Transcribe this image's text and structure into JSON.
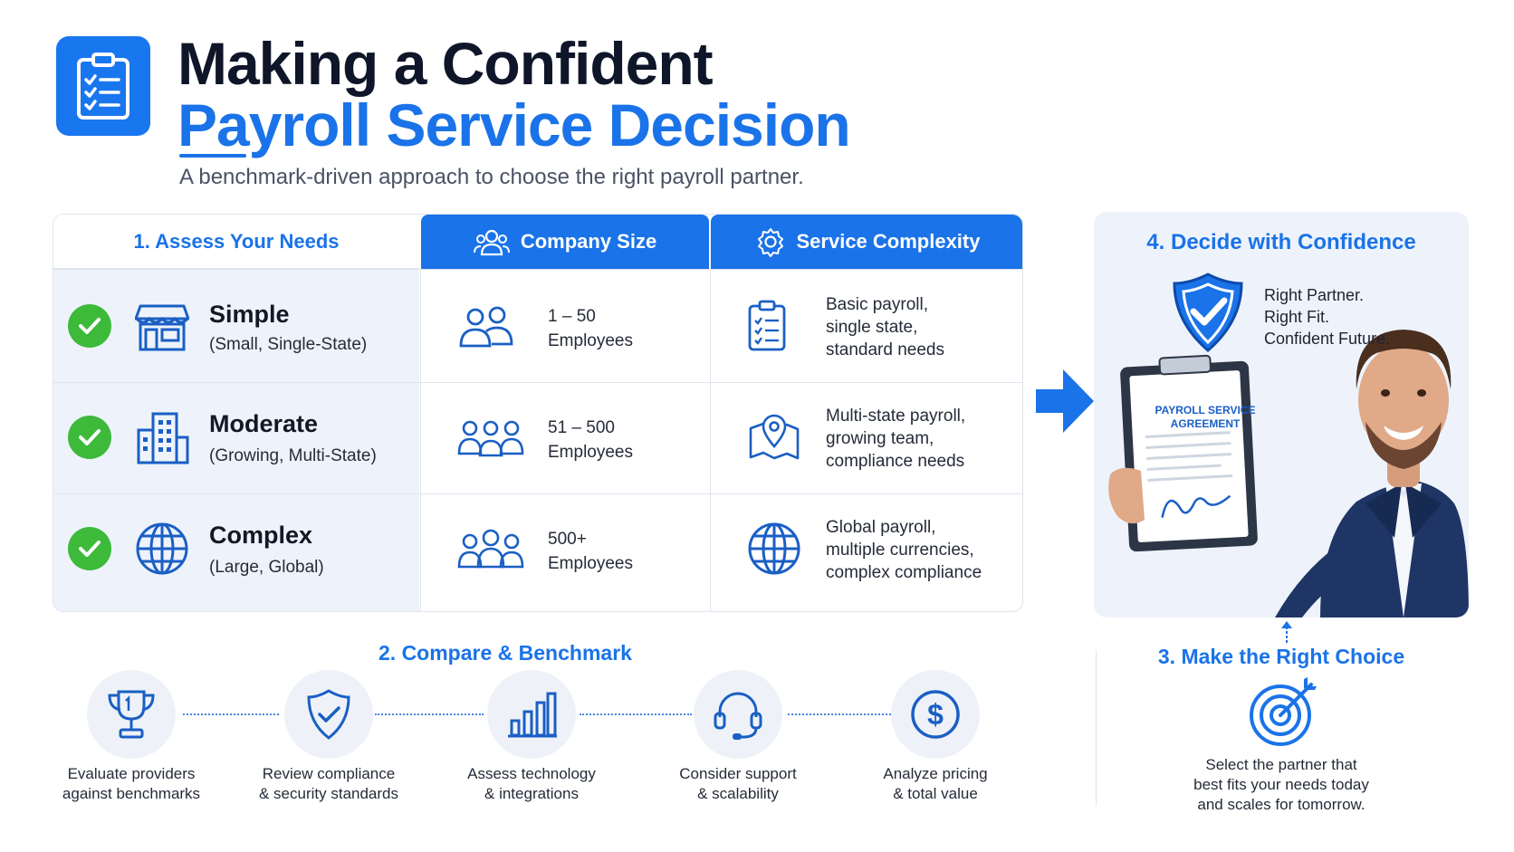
{
  "header": {
    "title_line1": "Making a Confident",
    "title_line2": "Payroll Service Decision",
    "subtitle": "A benchmark-driven approach to choose the right payroll partner.",
    "logo_icon": "clipboard-checklist-icon"
  },
  "colors": {
    "accent": "#1a73e8",
    "check": "#3dba3a",
    "panel": "#eef3fb",
    "heading": "#0f1629"
  },
  "table": {
    "headers": {
      "assess": "1. Assess Your Needs",
      "size": "Company Size",
      "complexity": "Service Complexity"
    },
    "rows": [
      {
        "name": "Simple",
        "desc": "(Small, Single-State)",
        "size_range": "1 – 50",
        "size_unit": "Employees",
        "complexity": [
          "Basic payroll,",
          "single state,",
          "standard needs"
        ]
      },
      {
        "name": "Moderate",
        "desc": "(Growing, Multi-State)",
        "size_range": "51 – 500",
        "size_unit": "Employees",
        "complexity": [
          "Multi-state payroll,",
          "growing team,",
          "compliance needs"
        ]
      },
      {
        "name": "Complex",
        "desc": "(Large, Global)",
        "size_range": "500+",
        "size_unit": "Employees",
        "complexity": [
          "Global payroll,",
          "multiple currencies,",
          "complex compliance"
        ]
      }
    ]
  },
  "decide": {
    "title": "4. Decide with Confidence",
    "tagline": [
      "Right Partner.",
      "Right Fit.",
      "Confident Future."
    ],
    "agreement_title": "PAYROLL SERVICE AGREEMENT"
  },
  "compare": {
    "title": "2. Compare & Benchmark",
    "steps": [
      {
        "icon": "trophy-icon",
        "line1": "Evaluate providers",
        "line2": "against benchmarks"
      },
      {
        "icon": "shield-check-icon",
        "line1": "Review compliance",
        "line2": "& security standards"
      },
      {
        "icon": "bar-chart-icon",
        "line1": "Assess technology",
        "line2": "& integrations"
      },
      {
        "icon": "headset-icon",
        "line1": "Consider support",
        "line2": "& scalability"
      },
      {
        "icon": "dollar-icon",
        "line1": "Analyze pricing",
        "line2": "& total value"
      }
    ]
  },
  "choice": {
    "title": "3. Make the Right Choice",
    "text": [
      "Select the partner that",
      "best fits your needs today",
      "and scales for tomorrow."
    ]
  }
}
